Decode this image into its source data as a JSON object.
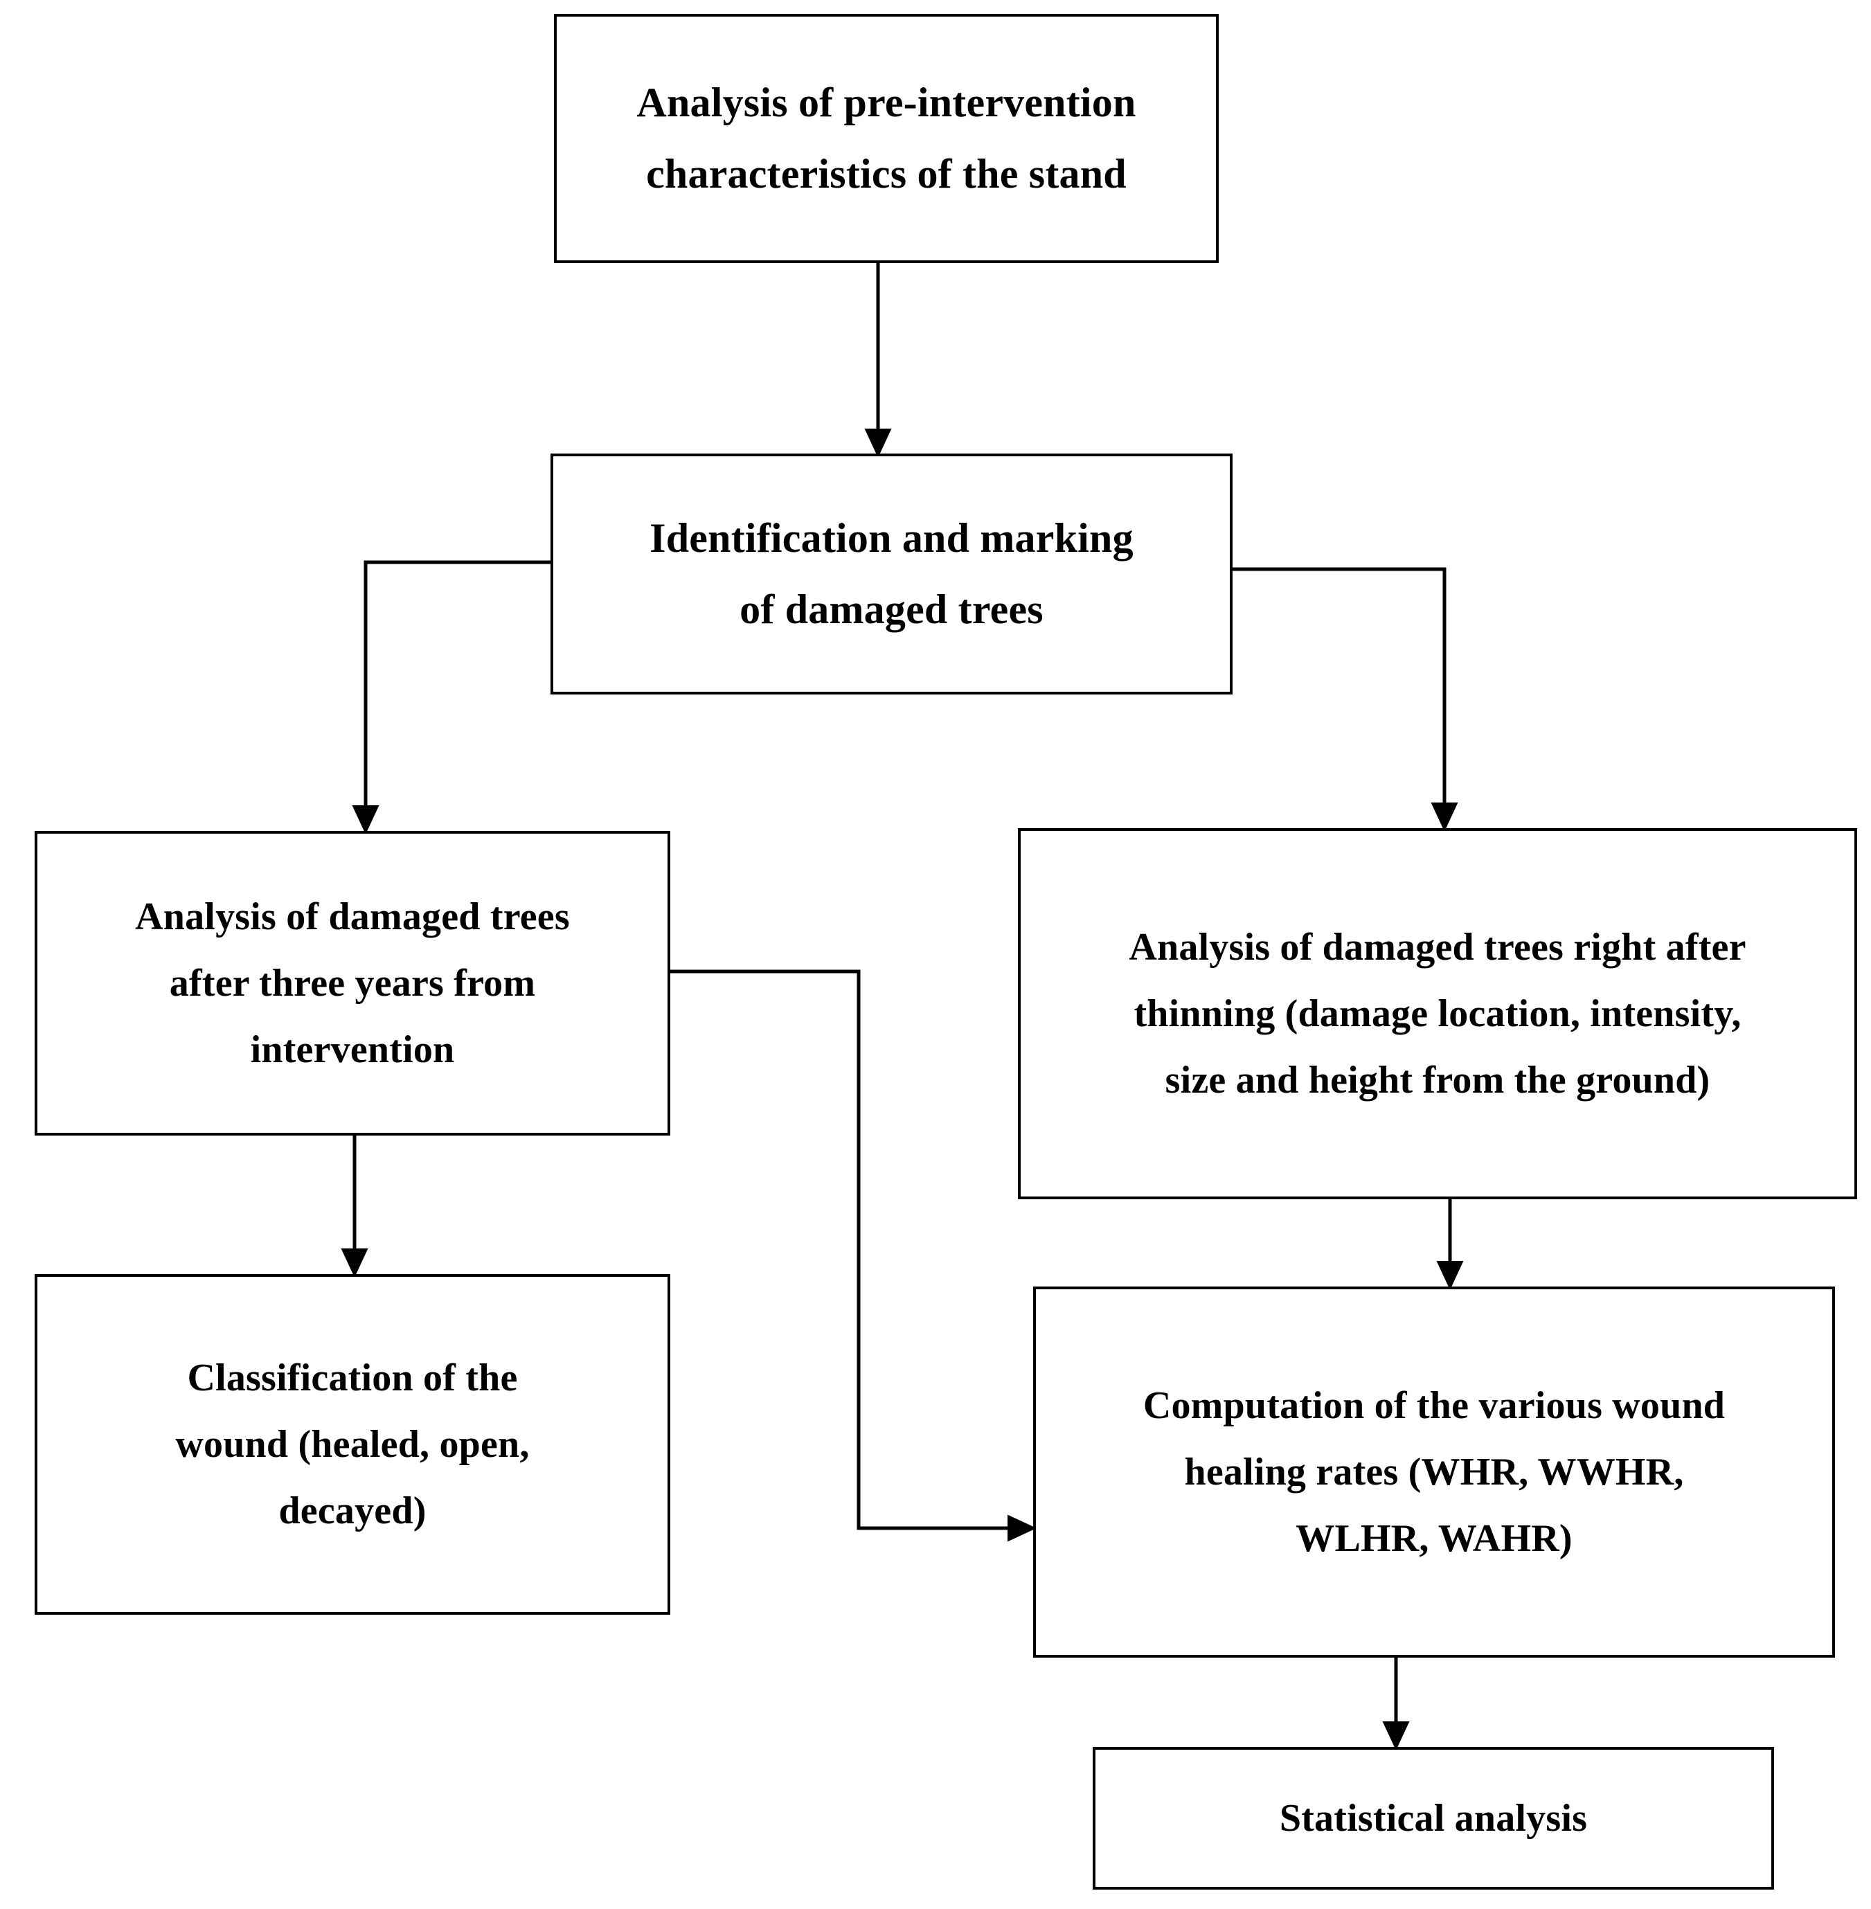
{
  "diagram": {
    "title": "Research methodology flowchart for wound healing analysis after thinning",
    "type": "flowchart",
    "background_color": "#ffffff",
    "line_color": "#000000",
    "text_color": "#000000",
    "nodes": [
      {
        "id": "pre-intervention",
        "label": "Analysis of pre-intervention\ncharacteristics of the stand"
      },
      {
        "id": "identification",
        "label": "Identification and marking\nof damaged trees"
      },
      {
        "id": "three-years",
        "label": "Analysis of damaged trees\nafter three years from\nintervention"
      },
      {
        "id": "right-after-thinning",
        "label": "Analysis of damaged trees right after\nthinning (damage location, intensity,\nsize and height from the ground)"
      },
      {
        "id": "classification",
        "label": "Classification of the\nwound (healed, open,\ndecayed)"
      },
      {
        "id": "computation",
        "label": "Computation of the various wound\nhealing rates (WHR, WWHR,\nWLHR, WAHR)"
      },
      {
        "id": "statistical",
        "label": "Statistical analysis"
      }
    ],
    "edges": [
      {
        "id": "e1",
        "from": "pre-intervention",
        "to": "identification",
        "style": "straight-down",
        "arrow": "down"
      },
      {
        "id": "e2",
        "from": "identification",
        "to": "three-years",
        "style": "elbow-left",
        "arrow": "down"
      },
      {
        "id": "e3",
        "from": "identification",
        "to": "right-after-thinning",
        "style": "elbow-right",
        "arrow": "down"
      },
      {
        "id": "e4",
        "from": "three-years",
        "to": "classification",
        "style": "straight-down",
        "arrow": "down"
      },
      {
        "id": "e5",
        "from": "three-years",
        "to": "computation",
        "style": "elbow-right",
        "arrow": "right"
      },
      {
        "id": "e6",
        "from": "right-after-thinning",
        "to": "computation",
        "style": "straight-down",
        "arrow": "down"
      },
      {
        "id": "e7",
        "from": "computation",
        "to": "statistical",
        "style": "straight-down",
        "arrow": "down"
      }
    ]
  }
}
